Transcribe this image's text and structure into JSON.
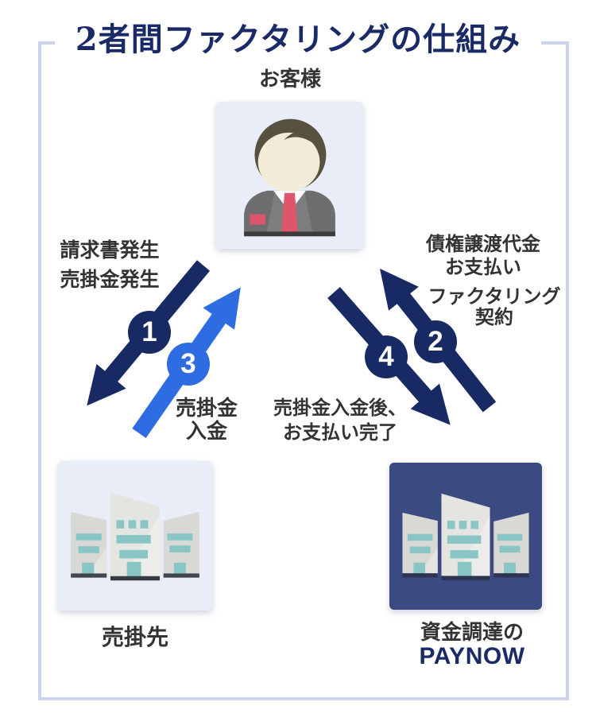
{
  "title": "2者間ファクタリングの仕組み",
  "customer": {
    "label": "お客様"
  },
  "client": {
    "label": "売掛先"
  },
  "paynow": {
    "label_line1": "資金調達の",
    "label_line2": "PAYNOW"
  },
  "steps": [
    {
      "number": "1"
    },
    {
      "number": "2"
    },
    {
      "number": "3"
    },
    {
      "number": "4"
    }
  ],
  "labels": {
    "invoice": {
      "line1": "請求書発生",
      "line2": "売掛金発生"
    },
    "deposit": {
      "line1": "売掛金",
      "line2": "入金"
    },
    "transfer_payment": {
      "line1": "債権譲渡代金",
      "line2": "お支払い"
    },
    "contract": {
      "line1": "ファクタリング",
      "line2": "契約"
    },
    "payment_complete": {
      "line1": "売掛金入金後、",
      "line2": "お支払い完了"
    }
  },
  "colors": {
    "navy_arrow": "#182a64",
    "blue_arrow": "#2e6ce2",
    "title_navy": "#1a2a66",
    "label_gray": "#333333",
    "frame_border": "#ccd3ec",
    "icon_bg_light": "#e9edf7",
    "paynow_bg": "#3b4a80",
    "window_teal": "#8ac5c5"
  }
}
